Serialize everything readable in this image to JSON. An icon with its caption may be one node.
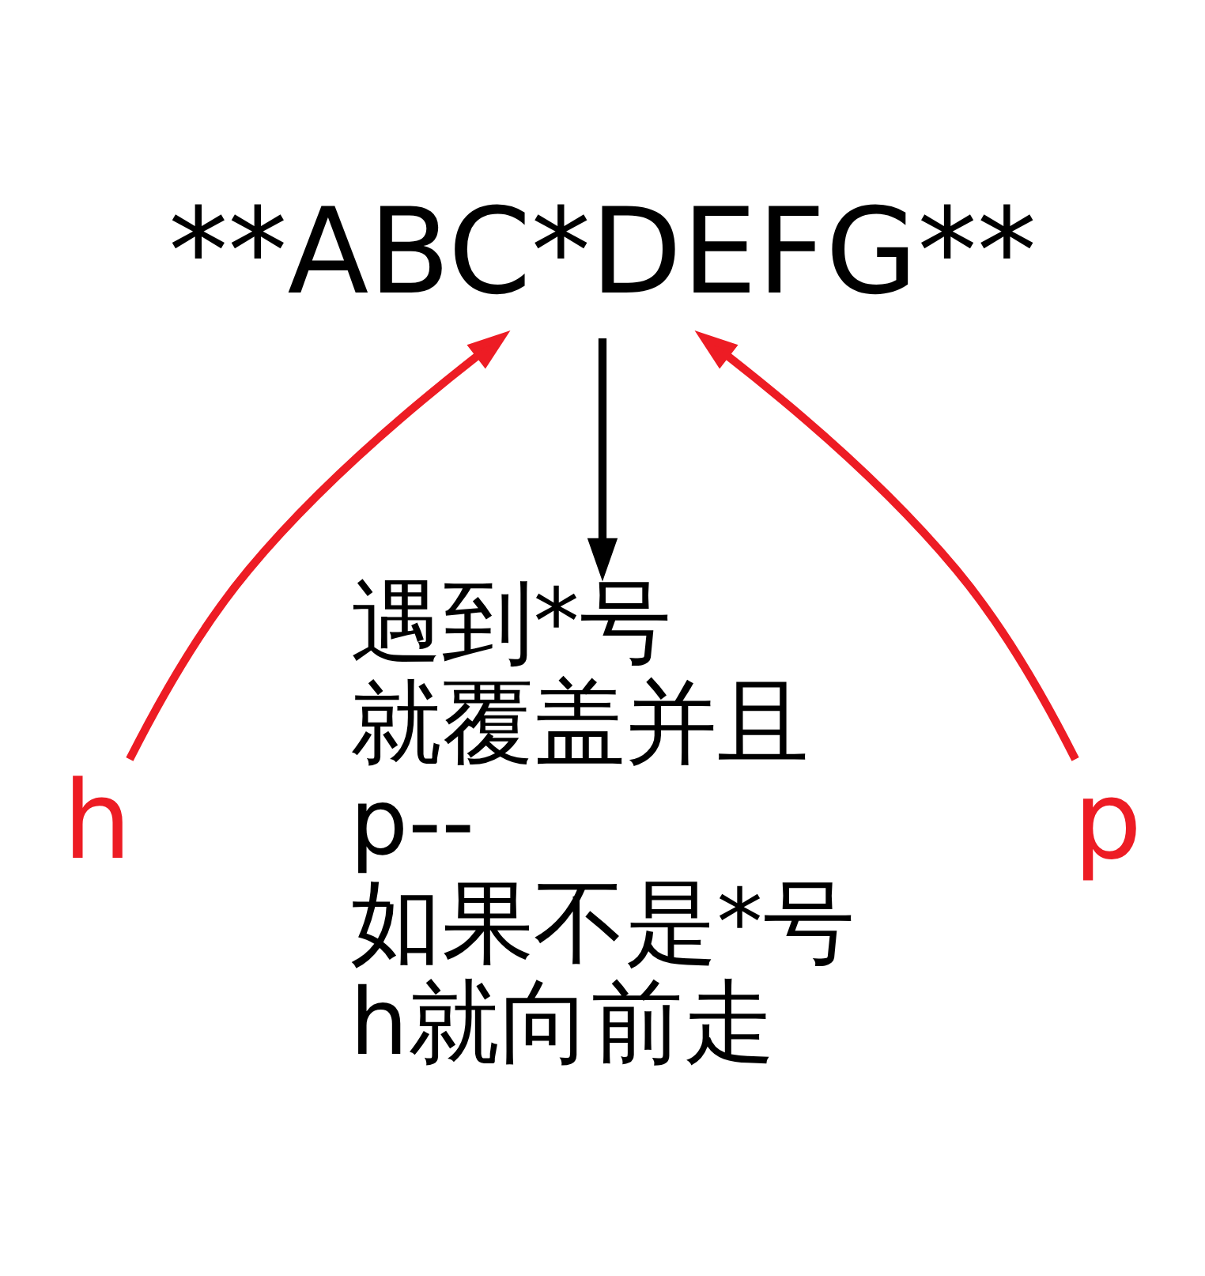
{
  "diagram": {
    "nodes": [
      {
        "text": [
          "h"
        ]
      },
      {
        "text": [
          "**ABC*DEFG**"
        ]
      },
      {
        "text": [
          "p"
        ]
      },
      {
        "text": [
          "遇到*号",
          "就覆盖并且",
          "p--",
          "如果不是*号",
          "h就向前走"
        ]
      }
    ],
    "edges": [
      {
        "from": 0,
        "to": 1,
        "arrow": "to",
        "color": "#ed1c24"
      },
      {
        "from": 1,
        "to": 3,
        "arrow": "to",
        "color": "#000000"
      },
      {
        "from": 2,
        "to": 1,
        "arrow": "to",
        "color": "#ed1c24"
      }
    ]
  }
}
